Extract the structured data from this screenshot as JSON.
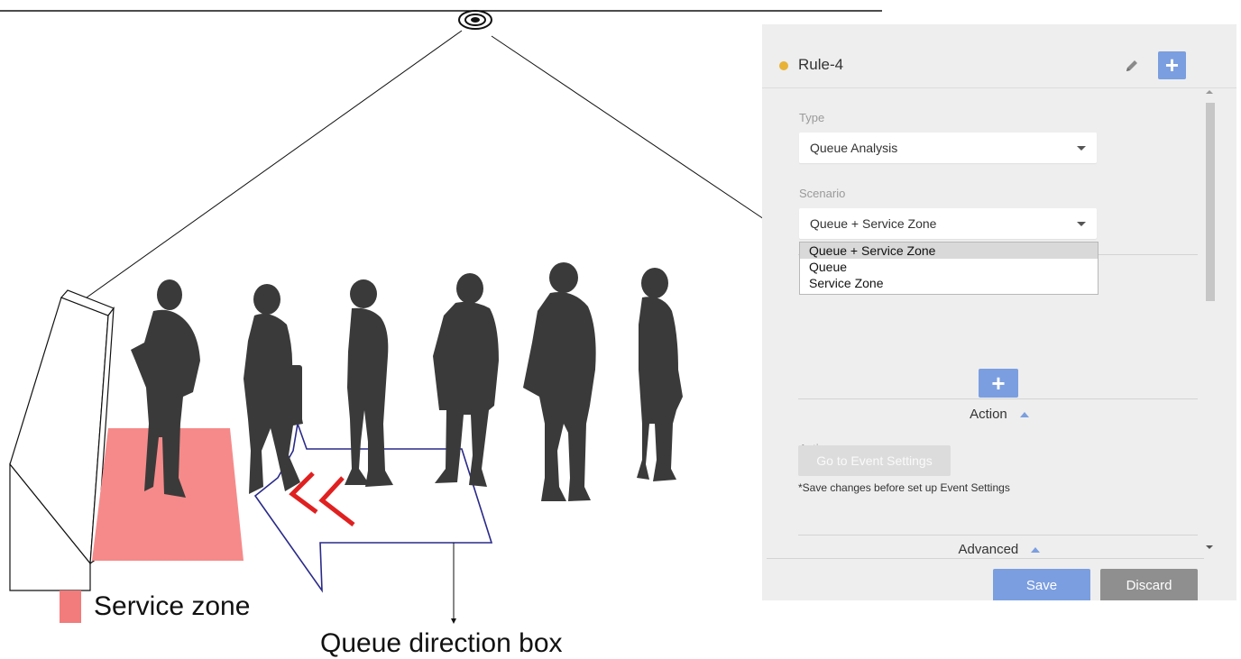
{
  "illustration": {
    "legend_label": "Service zone",
    "queue_label": "Queue direction box",
    "colors": {
      "service_zone": "#f27b7b",
      "queue_box": "#2a2a8a",
      "arrows": "#e02020",
      "people": "#3a3a3a"
    }
  },
  "panel": {
    "rule_title": "Rule-4",
    "status_color": "#e8b237",
    "edit_icon": "pencil-icon",
    "add_icon": "plus-icon",
    "type_label": "Type",
    "type_value": "Queue Analysis",
    "scenario_label": "Scenario",
    "scenario_value": "Queue + Service Zone",
    "scenario_options": [
      "Queue + Service Zone",
      "Queue",
      "Service Zone"
    ],
    "action_section": "Action",
    "action_label": "Action",
    "event_button": "Go to Event Settings",
    "event_note": "*Save changes before set up Event Settings",
    "advanced_section": "Advanced",
    "save_label": "Save",
    "discard_label": "Discard",
    "accent_color": "#7b9ee0"
  }
}
